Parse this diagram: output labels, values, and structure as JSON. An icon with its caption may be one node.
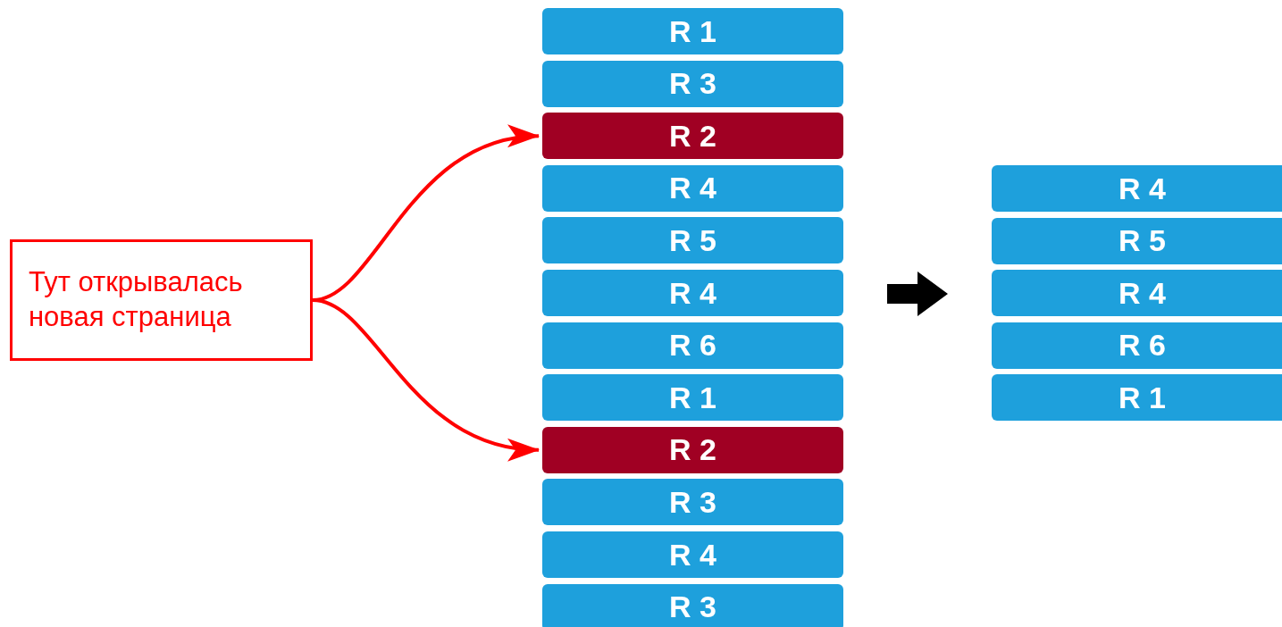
{
  "diagram": {
    "nodes": [
      {
        "text": [
          "Тут открывалась новая страница"
        ]
      },
      {
        "text": [
          "R 1"
        ]
      },
      {
        "text": [
          "R 3"
        ]
      },
      {
        "text": [
          "R 2"
        ]
      },
      {
        "text": [
          "R 4"
        ]
      },
      {
        "text": [
          "R 5"
        ]
      },
      {
        "text": [
          "R 4"
        ]
      },
      {
        "text": [
          "R 6"
        ]
      },
      {
        "text": [
          "R 1"
        ]
      },
      {
        "text": [
          "R 2"
        ]
      },
      {
        "text": [
          "R 3"
        ]
      },
      {
        "text": [
          "R 4"
        ]
      },
      {
        "text": [
          "R 3"
        ]
      },
      {
        "text": [
          "R 4"
        ]
      },
      {
        "text": [
          "R 5"
        ]
      },
      {
        "text": [
          "R 4"
        ]
      },
      {
        "text": [
          "R 6"
        ]
      },
      {
        "text": [
          "R 1"
        ]
      }
    ],
    "edges": [
      {
        "from": 0,
        "to": 3,
        "arrow": "to"
      },
      {
        "from": 0,
        "to": 9,
        "arrow": "to"
      }
    ]
  }
}
